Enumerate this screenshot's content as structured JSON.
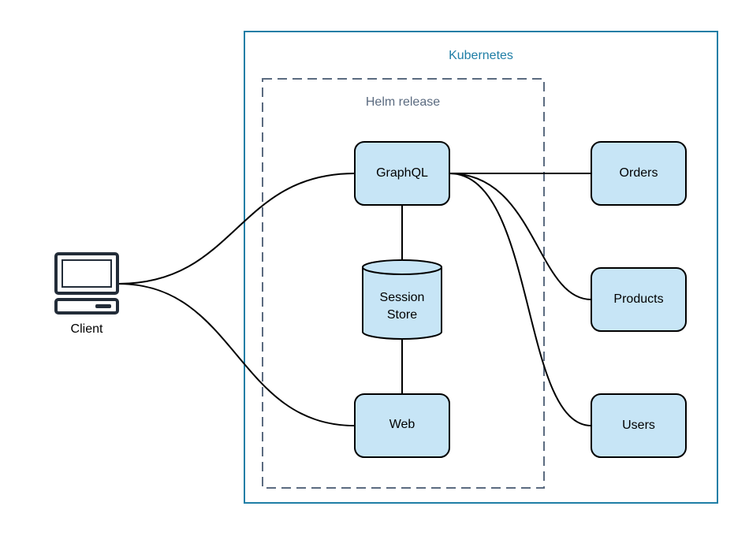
{
  "colors": {
    "node_fill": "#c7e5f6",
    "node_stroke": "#000000",
    "kubernetes_border": "#1f7ea6",
    "kubernetes_label": "#1f7ea6",
    "helm_border": "#5b6b80",
    "helm_label": "#5b6b80",
    "edge": "#000000"
  },
  "clusters": {
    "kubernetes": {
      "label": "Kubernetes"
    },
    "helm": {
      "label": "Helm release"
    }
  },
  "nodes": {
    "client": {
      "label": "Client",
      "icon": "computer-icon"
    },
    "graphql": {
      "label": "GraphQL"
    },
    "session_store": {
      "label_line1": "Session",
      "label_line2": "Store",
      "shape": "database-cylinder"
    },
    "web": {
      "label": "Web"
    },
    "orders": {
      "label": "Orders"
    },
    "products": {
      "label": "Products"
    },
    "users": {
      "label": "Users"
    }
  },
  "edges": [
    {
      "from": "client",
      "to": "graphql"
    },
    {
      "from": "client",
      "to": "web"
    },
    {
      "from": "graphql",
      "to": "session_store"
    },
    {
      "from": "web",
      "to": "session_store"
    },
    {
      "from": "graphql",
      "to": "orders"
    },
    {
      "from": "graphql",
      "to": "products"
    },
    {
      "from": "graphql",
      "to": "users"
    }
  ]
}
